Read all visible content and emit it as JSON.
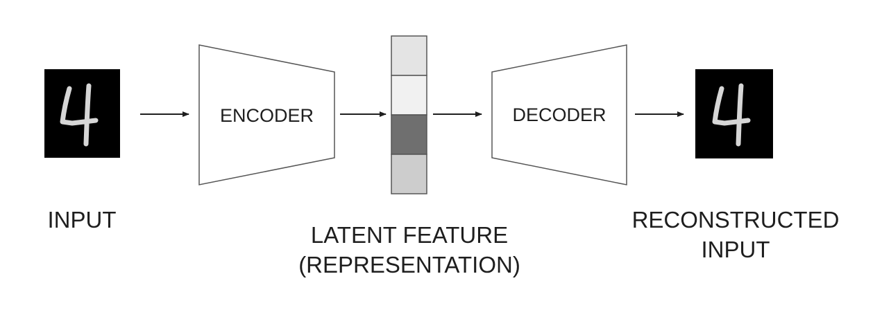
{
  "encoder": {
    "label": "ENCODER"
  },
  "decoder": {
    "label": "DECODER"
  },
  "input": {
    "label": "INPUT",
    "digit": "4"
  },
  "output": {
    "label_line1": "RECONSTRUCTED",
    "label_line2": "INPUT",
    "digit": "4"
  },
  "latent": {
    "label_line1": "LATENT FEATURE",
    "label_line2": "(REPRESENTATION)",
    "cells": [
      "#e4e4e4",
      "#f1f1f1",
      "#6f6f6f",
      "#cdcdcd"
    ]
  },
  "colors": {
    "image_bg": "#000000",
    "stroke": "#1e1e1e",
    "digit": "#e8e8e8"
  }
}
